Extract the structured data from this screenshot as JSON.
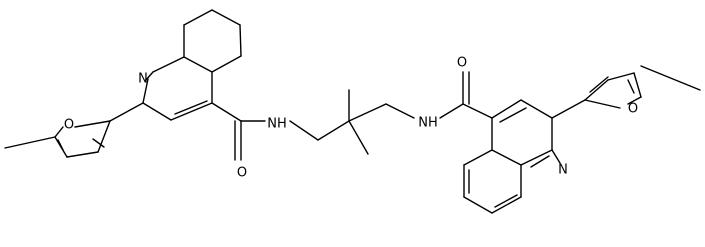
{
  "atom_labels": {
    "n_quinoline_left": "N",
    "o_furan_left": "O",
    "nh_amide_left": "NH",
    "o_carbonyl_left": "O",
    "nh_amide_right": "NH",
    "o_carbonyl_right": "O",
    "o_furan_right": "O",
    "n_quinoline_right": "N"
  },
  "colors": {
    "bond": "#000000",
    "label": "#000000",
    "background": "#ffffff"
  }
}
